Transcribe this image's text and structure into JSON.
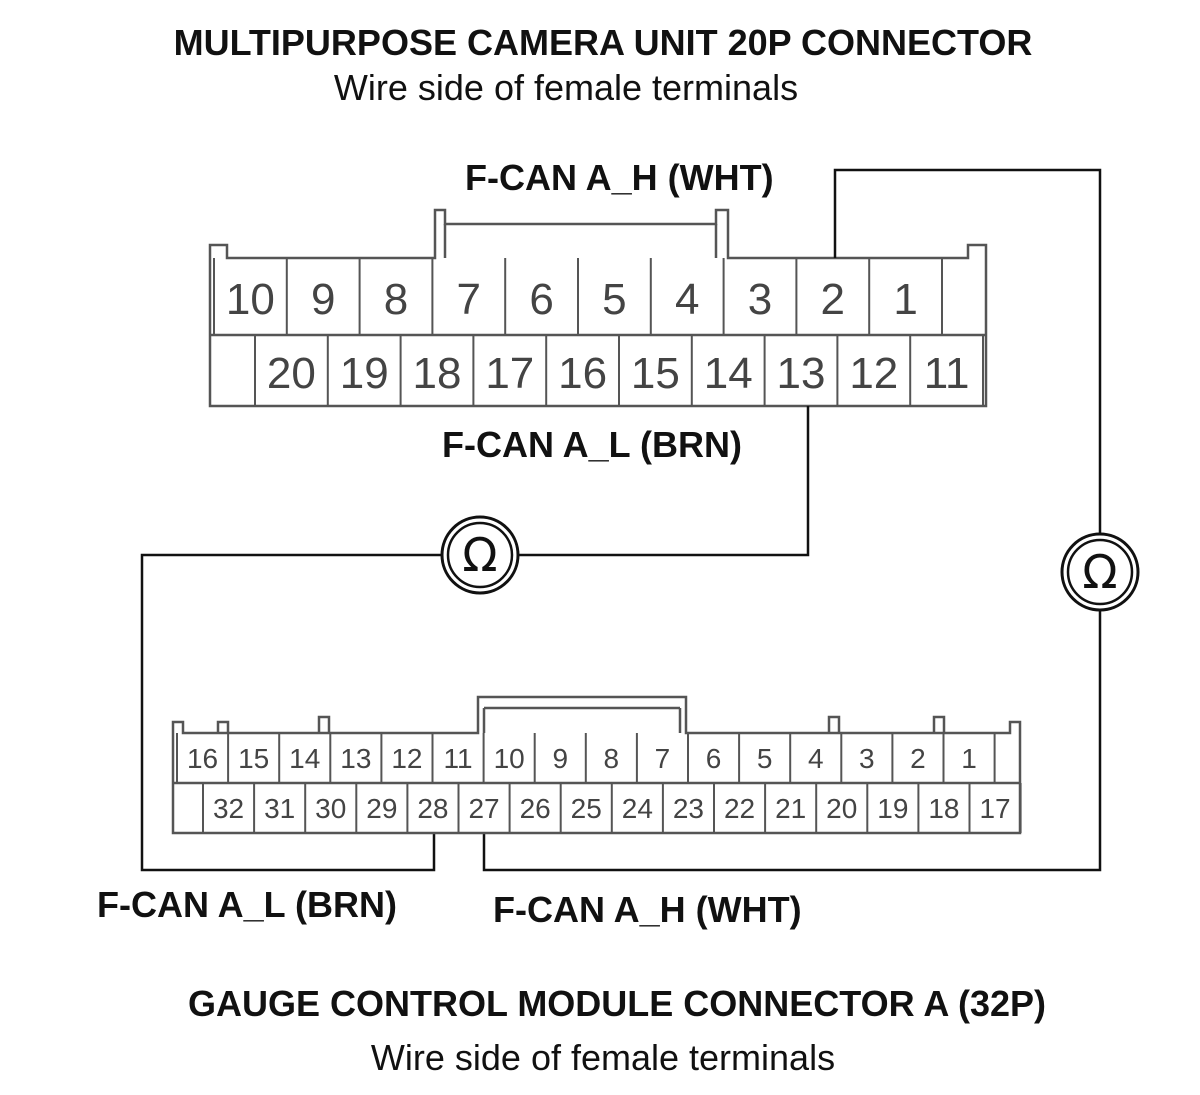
{
  "connector_a": {
    "title": "MULTIPURPOSE CAMERA UNIT 20P CONNECTOR",
    "subtitle": "Wire side of female terminals",
    "top_row": [
      "10",
      "9",
      "8",
      "7",
      "6",
      "5",
      "4",
      "3",
      "2",
      "1"
    ],
    "bottom_row": [
      "20",
      "19",
      "18",
      "17",
      "16",
      "15",
      "14",
      "13",
      "12",
      "11"
    ],
    "label_high": "F-CAN A_H (WHT)",
    "label_low": "F-CAN A_L (BRN)"
  },
  "connector_b": {
    "title": "GAUGE CONTROL MODULE CONNECTOR A (32P)",
    "subtitle": "Wire side of female terminals",
    "top_row": [
      "16",
      "15",
      "14",
      "13",
      "12",
      "11",
      "10",
      "9",
      "8",
      "7",
      "6",
      "5",
      "4",
      "3",
      "2",
      "1"
    ],
    "bottom_row": [
      "32",
      "31",
      "30",
      "29",
      "28",
      "27",
      "26",
      "25",
      "24",
      "23",
      "22",
      "21",
      "20",
      "19",
      "18",
      "17"
    ],
    "label_low": "F-CAN A_L (BRN)",
    "label_high": "F-CAN A_H (WHT)"
  },
  "meters": {
    "symbol": "Ω",
    "icon": "ohmmeter-icon"
  }
}
